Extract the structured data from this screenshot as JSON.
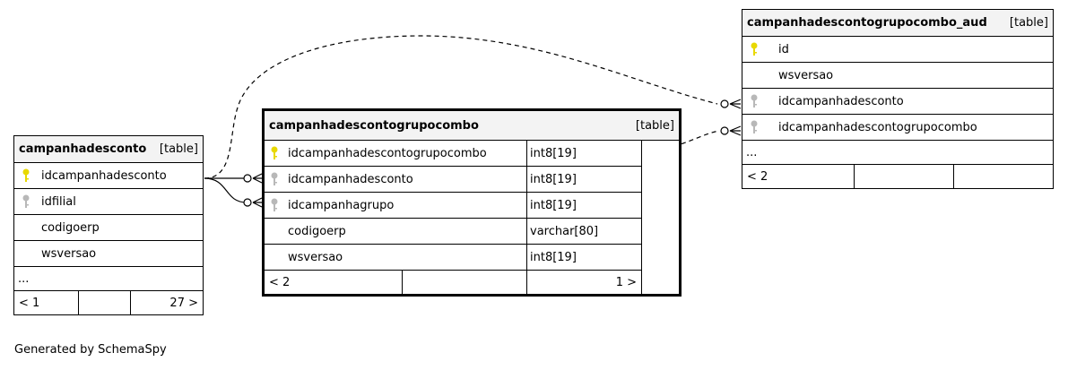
{
  "tables": {
    "campanhadesconto": {
      "name": "campanhadesconto",
      "kind": "[table]",
      "columns": [
        {
          "name": "idcampanhadesconto",
          "key": "primary"
        },
        {
          "name": "idfilial",
          "key": "foreign"
        },
        {
          "name": "codigoerp",
          "key": "none"
        },
        {
          "name": "wsversao",
          "key": "none"
        }
      ],
      "ellipsis": "...",
      "footer": [
        "< 1",
        "",
        "27 >"
      ]
    },
    "campanhadescontogrupocombo": {
      "name": "campanhadescontogrupocombo",
      "kind": "[table]",
      "columns": [
        {
          "name": "idcampanhadescontogrupocombo",
          "type": "int8[19]",
          "key": "primary"
        },
        {
          "name": "idcampanhadesconto",
          "type": "int8[19]",
          "key": "foreign"
        },
        {
          "name": "idcampanhagrupo",
          "type": "int8[19]",
          "key": "foreign"
        },
        {
          "name": "codigoerp",
          "type": "varchar[80]",
          "key": "none"
        },
        {
          "name": "wsversao",
          "type": "int8[19]",
          "key": "none"
        }
      ],
      "footer": [
        "< 2",
        "",
        "1 >"
      ]
    },
    "campanhadescontogrupocombo_aud": {
      "name": "campanhadescontogrupocombo_aud",
      "kind": "[table]",
      "columns": [
        {
          "name": "id",
          "key": "primary"
        },
        {
          "name": "wsversao",
          "key": "none"
        },
        {
          "name": "idcampanhadesconto",
          "key": "foreign"
        },
        {
          "name": "idcampanhadescontogrupocombo",
          "key": "foreign"
        }
      ],
      "ellipsis": "...",
      "footer": [
        "< 2",
        "",
        ""
      ]
    }
  },
  "generated_by": "Generated by SchemaSpy",
  "colors": {
    "primary_key": "#e8d800",
    "foreign_key": "#b8b8b8",
    "header_bg": "#f3f3f3"
  }
}
